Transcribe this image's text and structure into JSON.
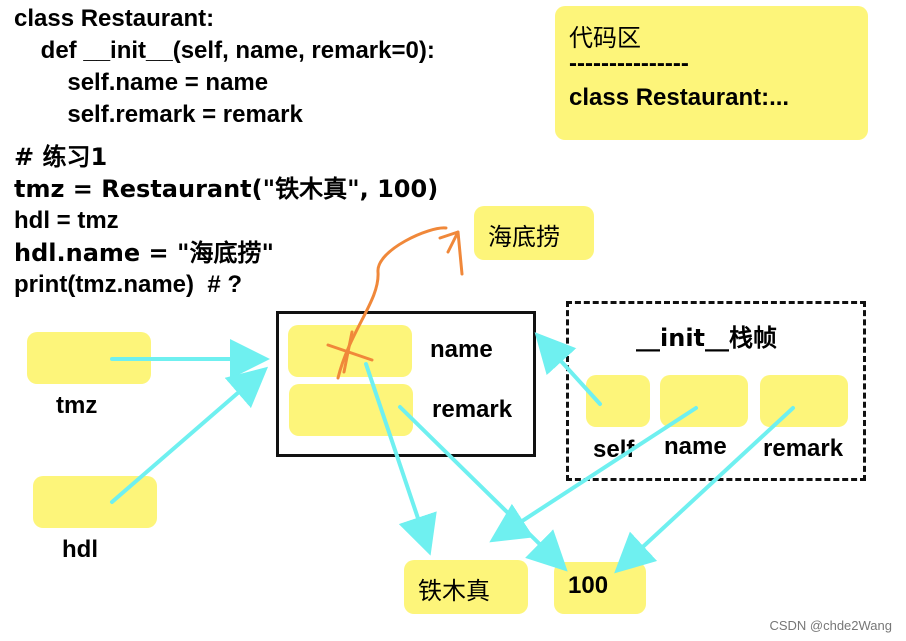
{
  "code": {
    "class_def": [
      "class Restaurant:",
      "    def __init__(self, name, remark=0):",
      "        self.name = name",
      "        self.remark = remark"
    ],
    "exercise": [
      "# 练习1",
      "tmz = Restaurant(\"铁木真\", 100)",
      "hdl = tmz",
      "hdl.name = \"海底捞\"",
      "print(tmz.name)  # ?"
    ]
  },
  "code_area": {
    "title": "代码区",
    "divider": "---------------",
    "content": "class Restaurant:..."
  },
  "variables": {
    "tmz": "tmz",
    "hdl": "hdl"
  },
  "object": {
    "name_attr": "name",
    "remark_attr": "remark"
  },
  "frame": {
    "title": "__init__栈帧",
    "self": "self",
    "name": "name",
    "remark": "remark"
  },
  "values": {
    "haidilao": "海底捞",
    "tiemuzhen": "铁木真",
    "hundred": "100"
  },
  "colors": {
    "box_fill": "#fdf57a",
    "arrow_cyan": "#6ff0f0",
    "arrow_orange": "#f0883a"
  },
  "footer": "CSDN @chde2Wang"
}
